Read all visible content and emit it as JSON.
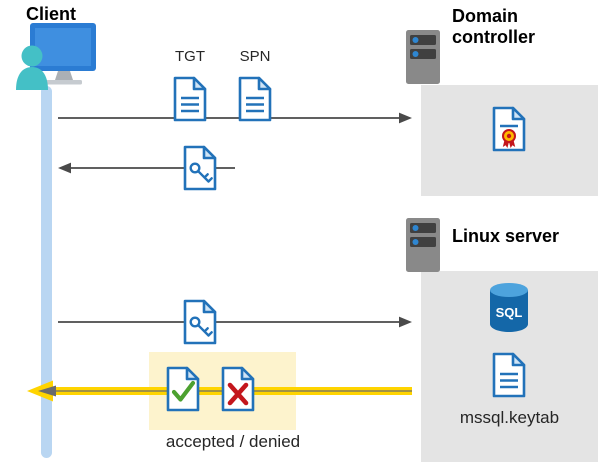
{
  "client": {
    "title": "Client"
  },
  "domain_controller": {
    "title": "Domain controller"
  },
  "linux_server": {
    "title": "Linux server",
    "sql_label": "SQL",
    "keytab_label": "mssql.keytab"
  },
  "flow": {
    "tgt_label": "TGT",
    "spn_label": "SPN",
    "result_label": "accepted / denied"
  },
  "icons": {
    "client_device": "monitor-with-user-icon",
    "domain_controller_server": "server-tower-icon",
    "linux_server_machine": "server-tower-icon",
    "tgt_document": "document-icon",
    "spn_document": "document-icon",
    "service_ticket": "key-document-icon",
    "certificate": "certificate-document-icon",
    "sql_database": "sql-database-cylinder-icon",
    "keytab_file": "document-icon",
    "accepted": "check-document-icon",
    "denied": "x-document-icon"
  },
  "colors": {
    "document_blue": "#2272b9",
    "document_fold_blue": "#cfe4f6",
    "lifeline_blue": "#b9d6f2",
    "arrow_gray": "#4a4a4a",
    "panel_gray": "#e4e4e4",
    "highlight_yellow": "#fdf3cd",
    "arrow_yellow": "#ffd400",
    "check_green": "#4ca12f",
    "cross_red": "#c4161c",
    "sql_blue": "#1467a8",
    "person_teal": "#44c0c6",
    "monitor_blue": "#2b7cd3"
  }
}
